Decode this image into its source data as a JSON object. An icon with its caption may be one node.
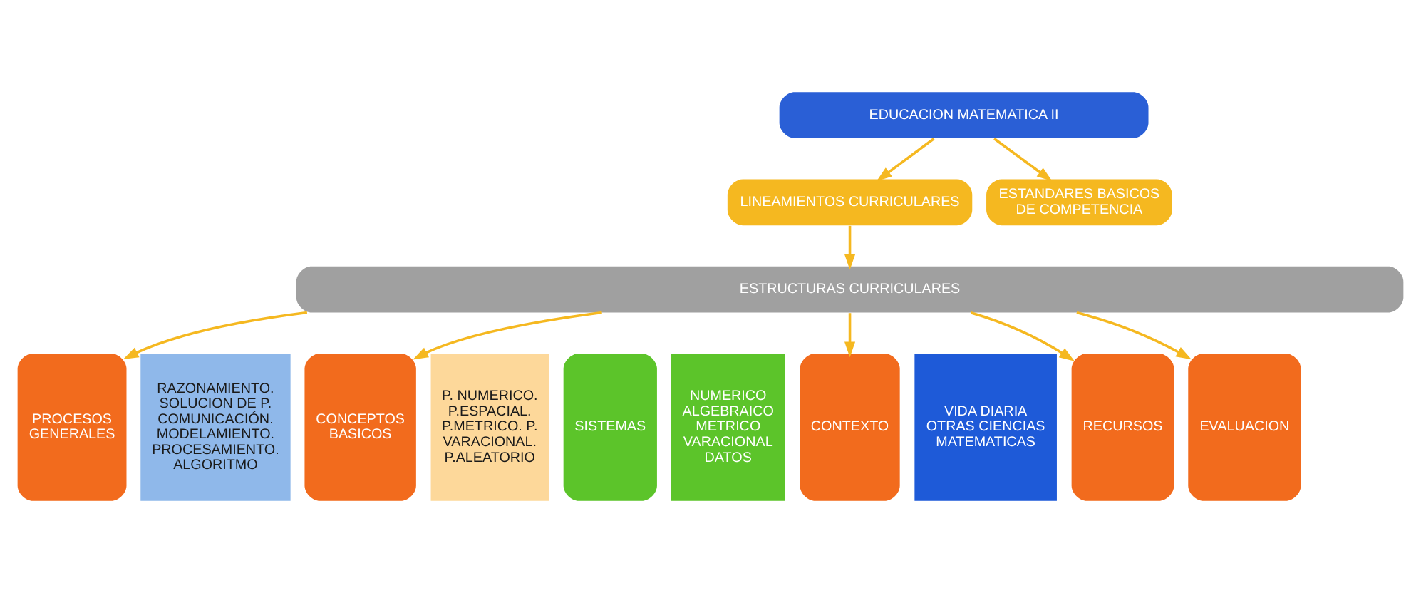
{
  "diagram": {
    "nodes": [
      {
        "text": [
          "EDUCACION MATEMATICA II"
        ]
      },
      {
        "text": [
          "LINEAMIENTOS CURRICULARES"
        ]
      },
      {
        "text": [
          "ESTANDARES BASICOS DE COMPETENCIA"
        ]
      },
      {
        "text": [
          "ESTRUCTURAS CURRICULARES"
        ]
      },
      {
        "text": [
          "PROCESOS GENERALES"
        ]
      },
      {
        "text": [
          "RAZONAMIENTO. SOLUCION DE P. COMUNICACIÓN. MODELAMIENTO. PROCESAMIENTO. ALGORITMO"
        ]
      },
      {
        "text": [
          "CONCEPTOS BASICOS"
        ]
      },
      {
        "text": [
          "P. NUMERICO. P.ESPACIAL. P.METRICO. P. VARACIONAL. P.ALEATORIO"
        ]
      },
      {
        "text": [
          "SISTEMAS"
        ]
      },
      {
        "text": [
          "NUMERICO ALGEBRAICO METRICO VARACIONAL DATOS"
        ]
      },
      {
        "text": [
          "CONTEXTO"
        ]
      },
      {
        "text": [
          "VIDA DIARIA OTRAS CIENCIAS MATEMATICAS"
        ]
      },
      {
        "text": [
          "RECURSOS"
        ]
      },
      {
        "text": [
          "EVALUACION"
        ]
      }
    ],
    "edges": [
      {
        "from": 0,
        "to": 1,
        "arrow": "to"
      },
      {
        "from": 0,
        "to": 2,
        "arrow": "to"
      },
      {
        "from": 1,
        "to": 3,
        "arrow": "to"
      },
      {
        "from": 3,
        "to": 4,
        "arrow": "to"
      },
      {
        "from": 3,
        "to": 6,
        "arrow": "to"
      },
      {
        "from": 3,
        "to": 10,
        "arrow": "to"
      },
      {
        "from": 3,
        "to": 12,
        "arrow": "to"
      },
      {
        "from": 3,
        "to": 13,
        "arrow": "to"
      }
    ]
  }
}
